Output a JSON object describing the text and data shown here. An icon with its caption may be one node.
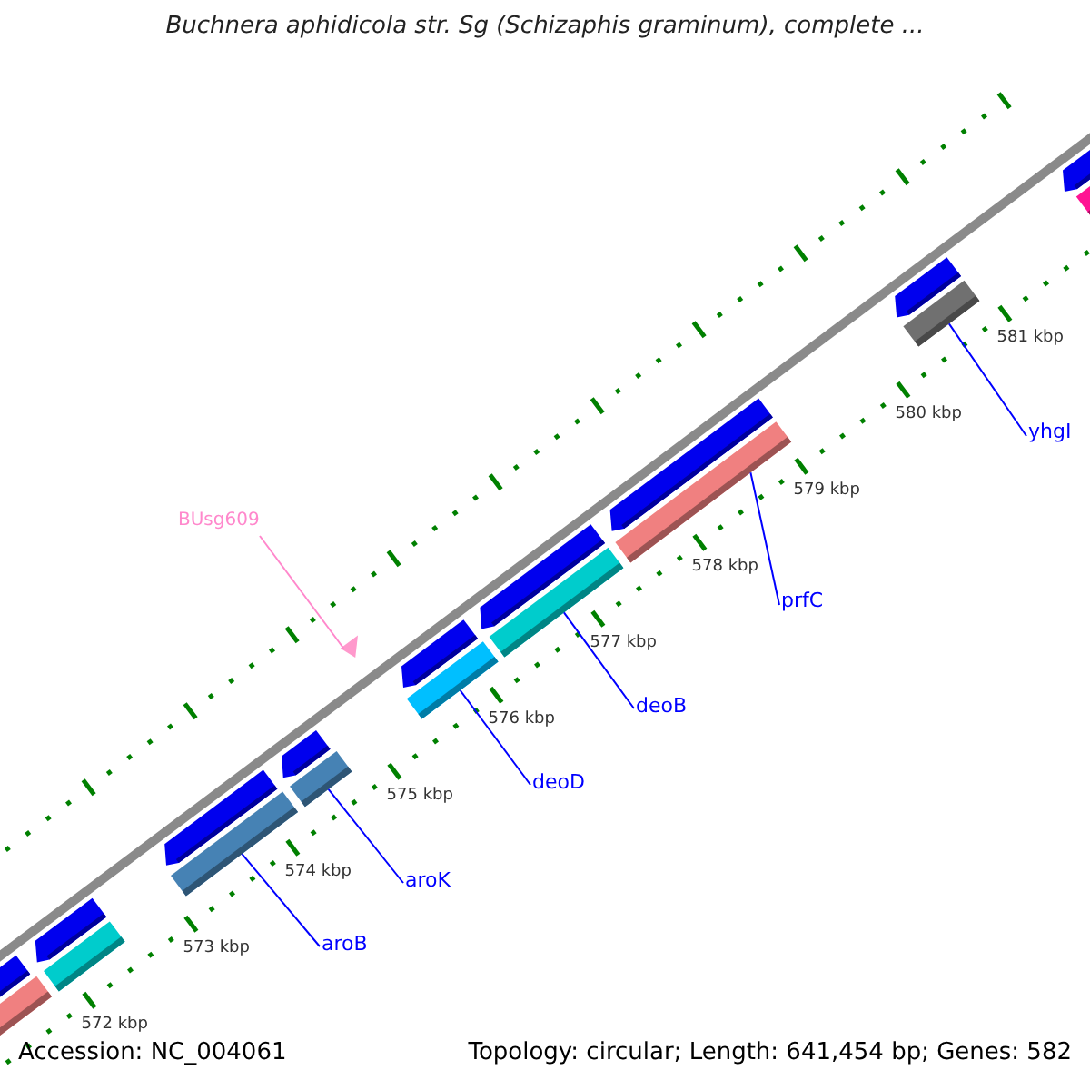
{
  "diagram": {
    "title": "Buchnera aphidicola str. Sg (Schizaphis graminum), complete ...",
    "nodes": [
      {
        "text": [
          "BUsg609"
        ]
      },
      {
        "text": [],
        "shape": "triangle"
      },
      {
        "text": [
          "aroB"
        ]
      },
      {
        "text": [],
        "shape": "bar"
      },
      {
        "text": [
          "aroK"
        ]
      },
      {
        "text": [],
        "shape": "bar"
      },
      {
        "text": [
          "deoD"
        ]
      },
      {
        "text": [],
        "shape": "bar"
      },
      {
        "text": [
          "deoB"
        ]
      },
      {
        "text": [],
        "shape": "bar"
      },
      {
        "text": [
          "prfC"
        ]
      },
      {
        "text": [],
        "shape": "bar"
      },
      {
        "text": [
          "yhgI"
        ]
      },
      {
        "text": [],
        "shape": "bar"
      },
      {
        "text": [],
        "shape": "bar"
      },
      {
        "text": [],
        "shape": "bar"
      },
      {
        "text": [],
        "shape": "bar"
      },
      {
        "text": [],
        "shape": "bar"
      },
      {
        "text": [],
        "shape": "bar"
      },
      {
        "text": [],
        "shape": "bar"
      },
      {
        "text": [],
        "shape": "bar"
      },
      {
        "text": [],
        "shape": "bar"
      },
      {
        "text": [],
        "shape": "bar"
      },
      {
        "text": [],
        "shape": "bar"
      },
      {
        "text": [],
        "shape": "bar"
      },
      {
        "text": [],
        "shape": "bar"
      }
    ],
    "edges": [
      {
        "from": 0,
        "to": 1,
        "arrow": "none",
        "color": "#ff88cc"
      },
      {
        "from": 2,
        "to": 3,
        "arrow": "none"
      },
      {
        "from": 4,
        "to": 5,
        "arrow": "none"
      },
      {
        "from": 6,
        "to": 7,
        "arrow": "none"
      },
      {
        "from": 8,
        "to": 9,
        "arrow": "none"
      },
      {
        "from": 10,
        "to": 11,
        "arrow": "none"
      },
      {
        "from": 12,
        "to": 13,
        "arrow": "none"
      }
    ],
    "labels": [
      "581 kbp",
      "580 kbp",
      "579 kbp",
      "578 kbp",
      "577 kbp",
      "576 kbp",
      "575 kbp",
      "574 kbp",
      "573 kbp",
      "572 kbp",
      "Accession: NC_004061",
      "Topology: circular; Length: 641,454 bp; Genes: 582"
    ]
  }
}
